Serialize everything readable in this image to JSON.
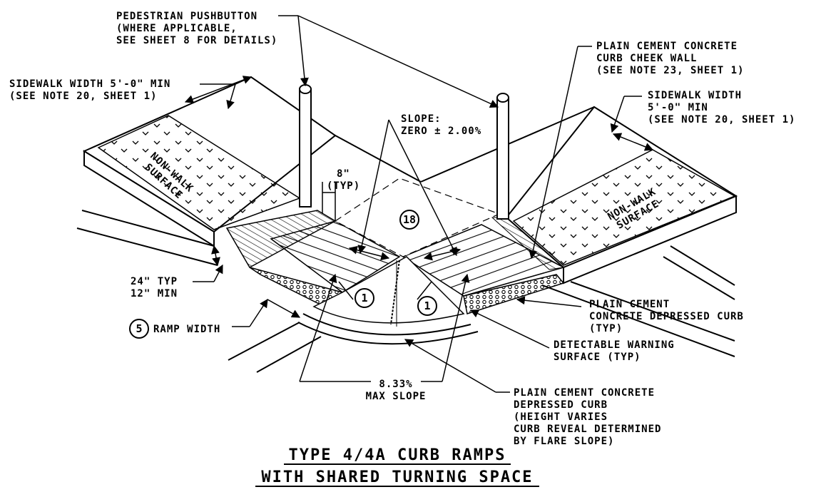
{
  "labels": {
    "pushbutton": [
      "PEDESTRIAN PUSHBUTTON",
      "(WHERE APPLICABLE,",
      "SEE SHEET 8 FOR DETAILS)"
    ],
    "cheek_wall": [
      "PLAIN CEMENT CONCRETE",
      "CURB CHEEK WALL",
      "(SEE NOTE 23, SHEET 1)"
    ],
    "sidewalk_left": [
      "SIDEWALK WIDTH 5'-0\" MIN",
      "(SEE NOTE 20, SHEET 1)"
    ],
    "sidewalk_right": [
      "SIDEWALK WIDTH",
      "5'-0\" MIN",
      "(SEE NOTE 20, SHEET 1)"
    ],
    "slope": [
      "SLOPE:",
      "ZERO ± 2.00%"
    ],
    "typ_8in": [
      "8\"",
      "(TYP)"
    ],
    "nonwalk_left": [
      "NON-WALK",
      "SURFACE"
    ],
    "nonwalk_right": [
      "NON-WALK",
      "SURFACE"
    ],
    "curb_24": [
      "24\" TYP",
      "12\" MIN"
    ],
    "ramp_width": "RAMP WIDTH",
    "depressed_curb_right": [
      "PLAIN CEMENT",
      "CONCRETE DEPRESSED CURB",
      "(TYP)"
    ],
    "detectable": [
      "DETECTABLE WARNING",
      "SURFACE (TYP)"
    ],
    "max_slope": [
      "8.33%",
      "MAX SLOPE"
    ],
    "depressed_curb_bottom": [
      "PLAIN CEMENT CONCRETE",
      "DEPRESSED CURB",
      "(HEIGHT VARIES",
      "CURB REVEAL DETERMINED",
      "BY FLARE SLOPE)"
    ]
  },
  "callouts": {
    "c18": "18",
    "c1a": "1",
    "c1b": "1",
    "c5": "5"
  },
  "title": [
    "TYPE 4/4A CURB RAMPS",
    "WITH SHARED TURNING SPACE"
  ]
}
